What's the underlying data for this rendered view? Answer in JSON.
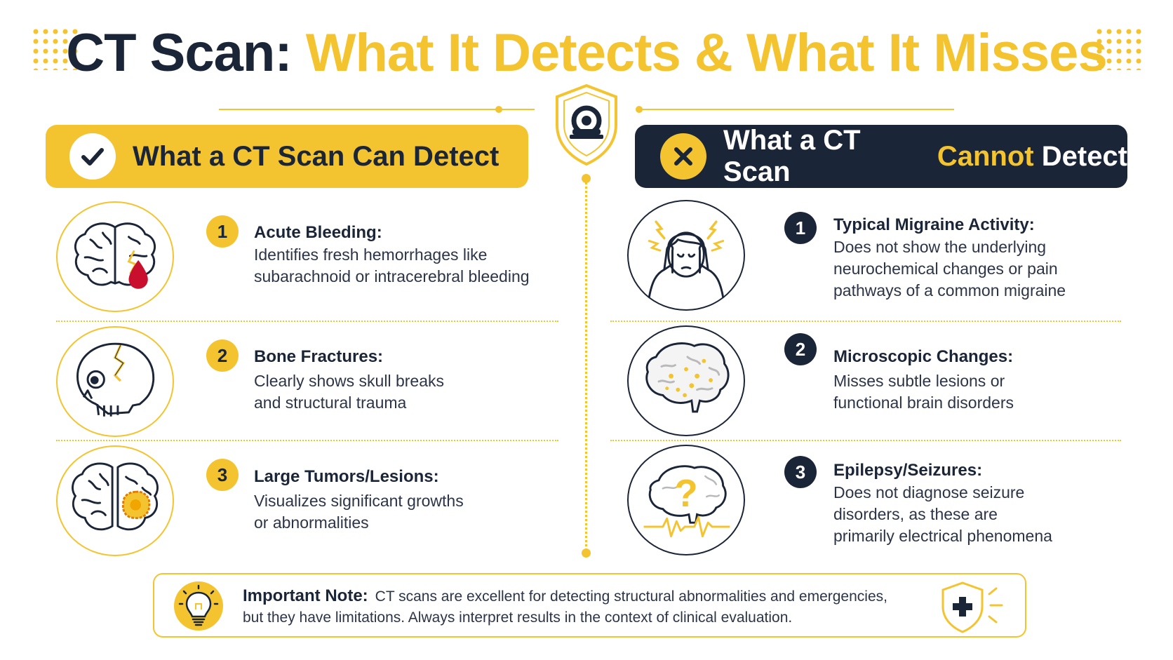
{
  "title": {
    "part1": "CT Scan:",
    "part2": "What It Detects & What It Misses"
  },
  "can": {
    "header": "What a CT Scan Can Detect",
    "items": [
      {
        "num": "1",
        "heading": "Acute Bleeding:",
        "line1": "Identifies fresh hemorrhages like",
        "line2": "subarachnoid or intracerebral bleeding",
        "icon": "bleeding-brain-icon"
      },
      {
        "num": "2",
        "heading": "Bone Fractures:",
        "line1": "Clearly shows skull breaks",
        "line2": "and structural trauma",
        "icon": "fractured-skull-icon"
      },
      {
        "num": "3",
        "heading": "Large Tumors/Lesions:",
        "line1": "Visualizes significant growths",
        "line2": "or abnormalities",
        "icon": "brain-tumor-icon"
      }
    ]
  },
  "cannot": {
    "header_a": "What a CT Scan",
    "header_b": "Cannot",
    "header_c": "Detect",
    "items": [
      {
        "num": "1",
        "heading": "Typical Migraine Activity:",
        "line1": "Does not show the underlying",
        "line2": "neurochemical changes or pain",
        "line3": "pathways of a common migraine",
        "icon": "migraine-headache-icon"
      },
      {
        "num": "2",
        "heading": "Microscopic Changes:",
        "line1": "Misses subtle lesions or",
        "line2": "functional brain disorders",
        "icon": "microscopic-brain-icon"
      },
      {
        "num": "3",
        "heading": "Epilepsy/Seizures:",
        "line1": "Does not diagnose seizure",
        "line2": "disorders, as these are",
        "line3": "primarily electrical phenomena",
        "icon": "seizure-brain-icon"
      }
    ]
  },
  "note": {
    "label": "Important Note:",
    "line1": "CT scans are excellent for detecting structural abnormalities and emergencies,",
    "line2": "but they have limitations. Always interpret results in the context of clinical evaluation."
  },
  "colors": {
    "accent": "#f4c430",
    "navy": "#1b2538",
    "blood": "#c8102e"
  }
}
